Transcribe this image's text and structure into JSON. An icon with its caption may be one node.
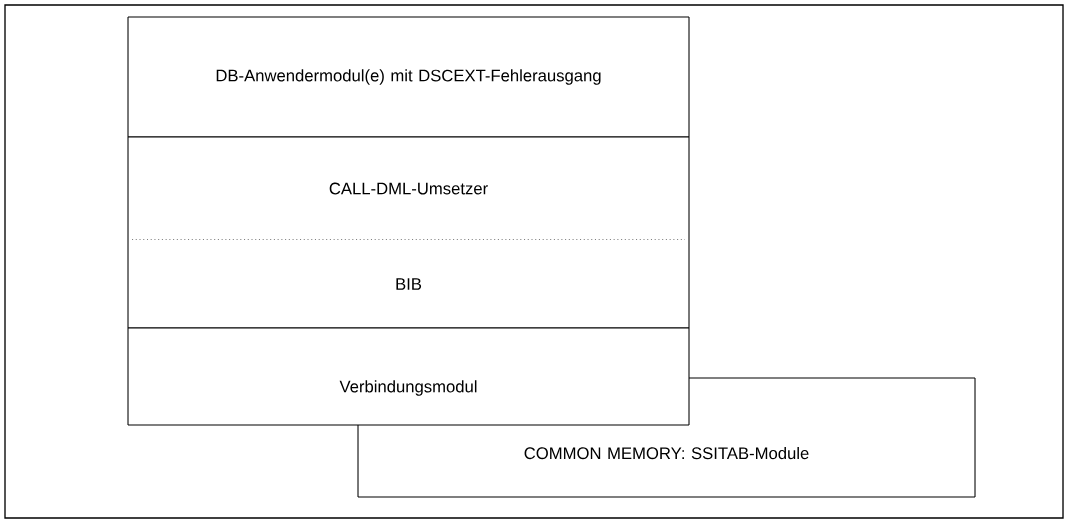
{
  "diagram": {
    "nodes": [
      {
        "text": [
          "DB-Anwendermodul(e) mit DSCEXT-Fehlerausgang"
        ]
      },
      {
        "text": [
          "CALL-DML-Umsetzer"
        ]
      },
      {
        "text": [
          "BIB"
        ]
      },
      {
        "text": [
          "Verbindungsmodul"
        ]
      },
      {
        "text": [
          "COMMON MEMORY: SSITAB-Module"
        ]
      }
    ]
  }
}
